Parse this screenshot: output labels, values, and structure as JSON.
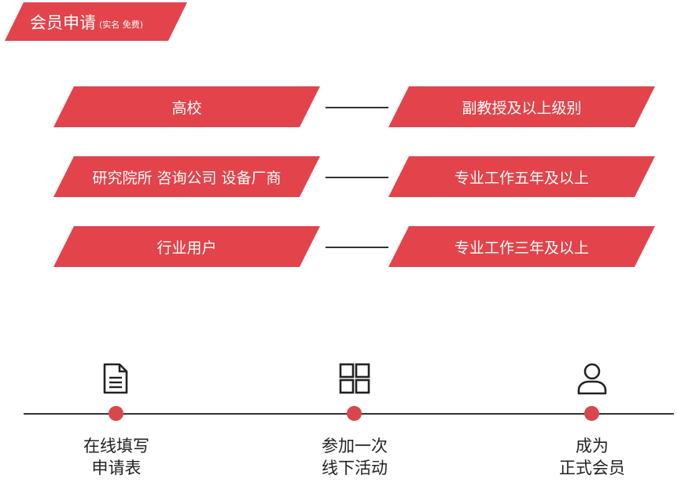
{
  "title": {
    "main": "会员申请",
    "sub": "(实名 免费)"
  },
  "requirements": [
    {
      "category": "高校",
      "condition": "副教授及以上级别"
    },
    {
      "category": "研究院所 咨询公司 设备厂商",
      "condition": "专业工作五年及以上"
    },
    {
      "category": "行业用户",
      "condition": "专业工作三年及以上"
    }
  ],
  "steps": [
    {
      "icon": "document-icon",
      "line1": "在线填写",
      "line2": "申请表"
    },
    {
      "icon": "grid-icon",
      "line1": "参加一次",
      "line2": "线下活动"
    },
    {
      "icon": "user-icon",
      "line1": "成为",
      "line2": "正式会员"
    }
  ],
  "colors": {
    "accent": "#e3434a",
    "dot": "#d8474c",
    "line": "#333333"
  }
}
